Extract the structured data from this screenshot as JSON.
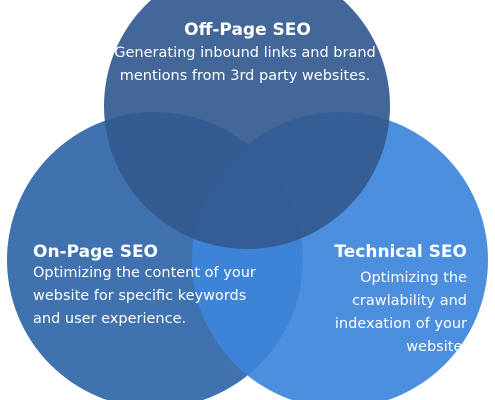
{
  "colors": {
    "top_circle": "#335a8f",
    "left_circle": "#2f66a8",
    "right_circle": "#3d86db",
    "text": "#ffffff"
  },
  "sections": {
    "off_page": {
      "title": "Off-Page SEO",
      "description": "Generating inbound links and brand mentions from 3rd party websites."
    },
    "on_page": {
      "title": "On-Page SEO",
      "description": "Optimizing the content of your website for specific keywords and user experience."
    },
    "technical": {
      "title": "Technical SEO",
      "description": "Optimizing the crawlability and indexation of your website."
    }
  }
}
